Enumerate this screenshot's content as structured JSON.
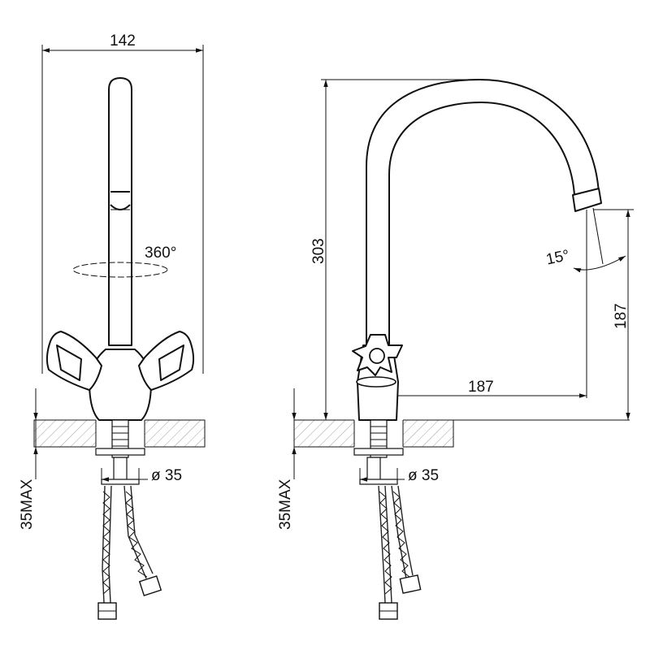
{
  "figures": {
    "front": {
      "width_label": "142",
      "rotation_label": "360°",
      "pipe_label": "ø 35",
      "thickness_label": "35MAX"
    },
    "side": {
      "height_label": "303",
      "angle_label": "15°",
      "reach_label": "187",
      "outlet_height_label": "187",
      "pipe_label": "ø 35",
      "thickness_label": "35MAX"
    }
  },
  "colors": {
    "line": "#111111",
    "hatch": "#888888",
    "background": "#ffffff"
  }
}
